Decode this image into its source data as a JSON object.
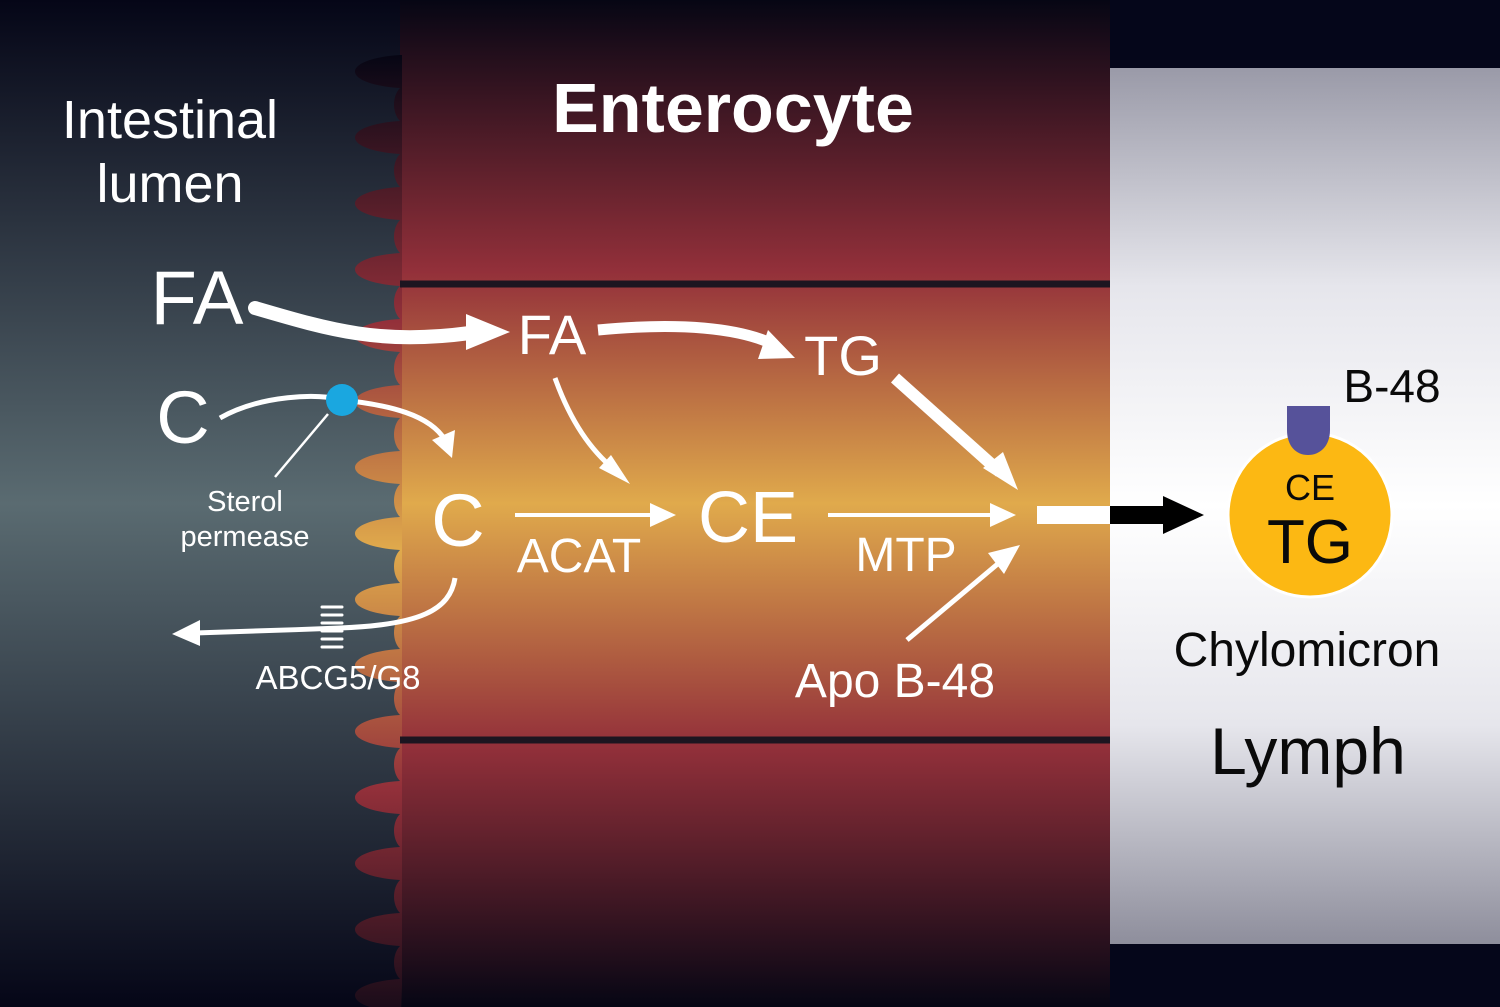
{
  "regions": {
    "lumen_label": [
      "Intestinal",
      "lumen"
    ],
    "enterocyte_label": "Enterocyte",
    "lymph_label": "Lymph"
  },
  "lumen": {
    "fa": "FA",
    "c": "C",
    "transporter_in": [
      "Sterol",
      "permease"
    ],
    "transporter_out": "ABCG5/G8"
  },
  "cell": {
    "fa": "FA",
    "tg": "TG",
    "c": "C",
    "ce": "CE",
    "enzyme_acat": "ACAT",
    "enzyme_mtp": "MTP",
    "apo": "Apo B-48"
  },
  "chylomicron": {
    "apo_tag": "B-48",
    "core_ce": "CE",
    "core_tg": "TG",
    "label": "Chylomicron"
  },
  "colors": {
    "background": "#05061a",
    "enterocyte_mid": "#e0aa4c",
    "enterocyte_band": "#93303a",
    "lumen_mid": "#5a6b71",
    "lymph": "#ffffff",
    "permease_dot": "#1aa7e0",
    "chylomicron_core": "#fcb813",
    "apo_cap": "#56529a",
    "arrow": "#ffffff",
    "export_arrow": "#000000"
  }
}
